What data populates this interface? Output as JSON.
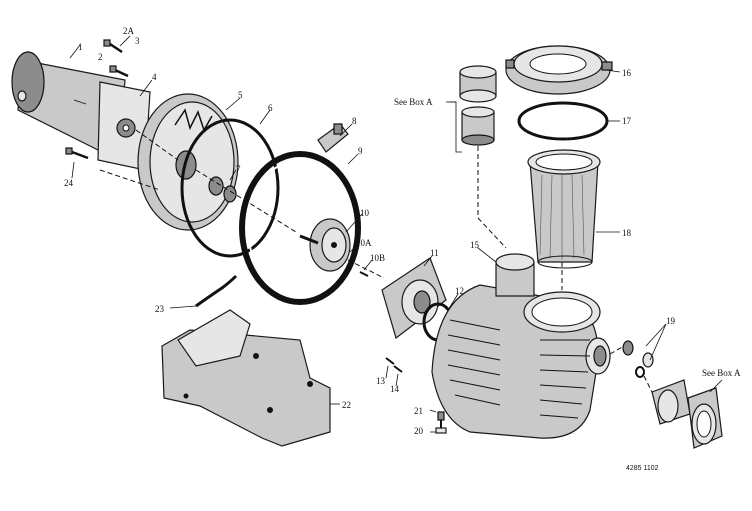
{
  "callouts": {
    "c1": "1",
    "c2": "2",
    "c2a": "2A",
    "c3": "3",
    "c4": "4",
    "c5": "5",
    "c6": "6",
    "c7": "7",
    "c8": "8",
    "c9": "9",
    "c10": "10",
    "c10a": "10A",
    "c10b": "10B",
    "c11": "11",
    "c12": "12",
    "c13": "13",
    "c14": "14",
    "c15": "15",
    "c16": "16",
    "c17": "17",
    "c18": "18",
    "c19": "19",
    "c20": "20",
    "c21": "21",
    "c22": "22",
    "c23": "23",
    "c24": "24"
  },
  "see_box_a_top": "See Box A",
  "see_box_a_right": "See Box A",
  "drawing_code": "4285 1102"
}
